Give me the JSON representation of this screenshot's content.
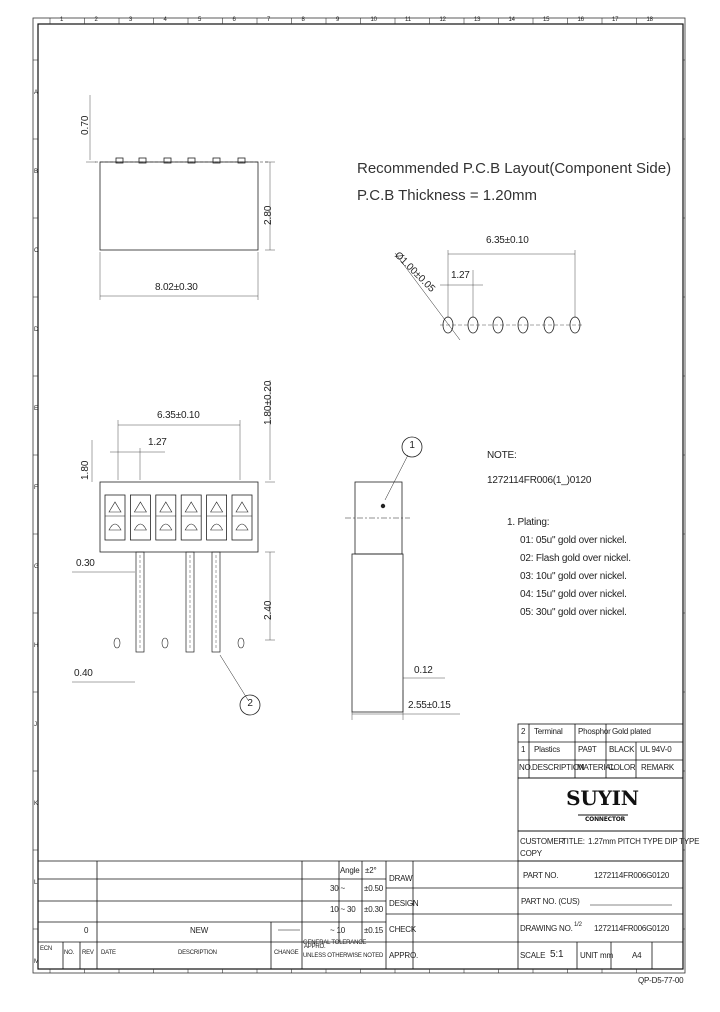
{
  "ruler": {
    "top": [
      "1",
      "2",
      "3",
      "4",
      "5",
      "6",
      "7",
      "8",
      "9",
      "10",
      "11",
      "12",
      "13",
      "14",
      "15",
      "16",
      "17",
      "18"
    ],
    "left": [
      "A",
      "B",
      "C",
      "D",
      "E",
      "F",
      "G",
      "H",
      "J",
      "K",
      "L",
      "M"
    ]
  },
  "layout": {
    "title_line1": "Recommended P.C.B Layout(Component Side)",
    "title_line2": "P.C.B Thickness = 1.20mm",
    "pitch_total": "6.35±0.10",
    "hole_dia": "Ø1.00±0.05",
    "pitch": "1.27"
  },
  "top_view": {
    "width_dim": "8.02±0.30",
    "height_dim": "2.80",
    "pin_height": "0.70"
  },
  "front_view": {
    "span_dim": "6.35±0.10",
    "pitch_dim": "1.27",
    "height_dim": "1.80±0.20",
    "left_dim": "1.80",
    "lead_offset": "0.30",
    "lead_len": "2.40",
    "lead_width": "0.40",
    "callout": "2"
  },
  "side_view": {
    "callout": "1",
    "lead_thk": "0.12",
    "body_dim": "2.55±0.15"
  },
  "notes": {
    "heading": "NOTE:",
    "part_pattern": "1272114FR006(1_)0120",
    "plating_heading": "1. Plating:",
    "items": [
      "01: 05u\" gold over nickel.",
      "02: Flash gold over nickel.",
      "03: 10u\" gold over nickel.",
      "04: 15u\" gold over nickel.",
      "05: 30u\" gold over nickel."
    ]
  },
  "bom": {
    "rows": [
      {
        "no": "2",
        "desc": "Terminal",
        "material": "Phosphor",
        "color": "",
        "remark": "Gold plated"
      },
      {
        "no": "1",
        "desc": "Plastics",
        "material": "PA9T",
        "color": "BLACK",
        "remark": "UL 94V-0"
      }
    ],
    "header": {
      "no": "NO.",
      "desc": "DESCRIPTION",
      "material": "MATERIAL",
      "color": "COLOR",
      "remark": "REMARK"
    }
  },
  "company": {
    "name": "SUYIN",
    "sub": "CONNECTOR"
  },
  "title_block": {
    "customer_label": "CUSTOMER",
    "title_label": "TITLE:",
    "title_value": "1.27mm PITCH TYPE DIP TYPE",
    "copy": "COPY",
    "part_no_label": "PART NO.",
    "part_no_value": "1272114FR006G0120",
    "cust_part_label": "PART NO. (CUS)",
    "drawing_label": "DRAWING NO.",
    "drawing_value": "1272114FR006G0120",
    "drawing_sheet": "1/2",
    "scale_label": "SCALE",
    "scale_value": "5:1",
    "unit_label": "UNIT",
    "unit_value": "mm",
    "size_value": "A4"
  },
  "tolerance": {
    "angle_label": "Angle",
    "angle_value": "±2°",
    "rows": [
      {
        "range": "30 ~",
        "tol": "±0.50"
      },
      {
        "range": "10 ~ 30",
        "tol": "±0.30"
      },
      {
        "range": "~ 10",
        "tol": "±0.15"
      }
    ],
    "general_note_1": "GENERAL TOLERANCE",
    "general_note_2": "UNLESS OTHERWISE NOTED"
  },
  "revision": {
    "rev_letter": "0",
    "rev_desc": "NEW",
    "labels": {
      "ecn": "ECN",
      "no": "NO.",
      "rev": "REV",
      "date": "DATE",
      "description": "DESCRIPTION",
      "change": "CHANGE",
      "appro": "APPRO."
    }
  },
  "signoff": {
    "draw": "DRAW",
    "design": "DESIGN",
    "check": "CHECK",
    "appro": "APPRO."
  },
  "form_no": "QP-D5-77-00"
}
